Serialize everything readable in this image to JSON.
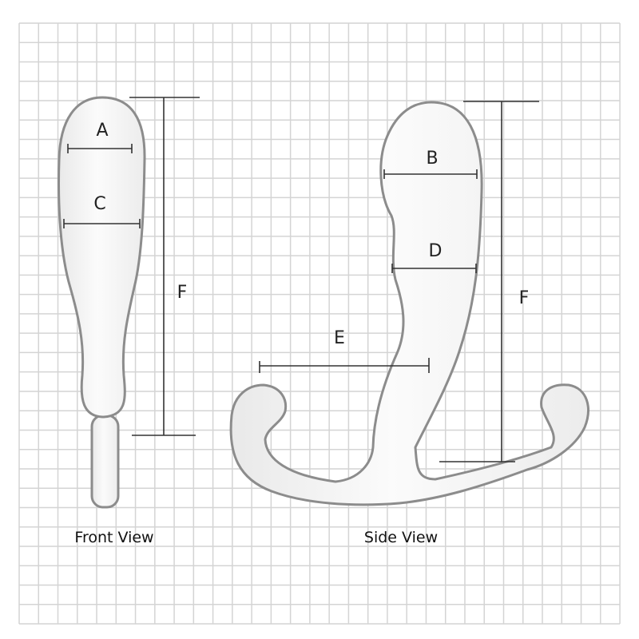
{
  "labels": {
    "front": {
      "a": "A",
      "c": "C",
      "f": "F"
    },
    "side": {
      "b": "B",
      "d": "D",
      "e": "E",
      "f": "F"
    }
  },
  "captions": {
    "front": "Front View",
    "side": "Side View"
  },
  "colors": {
    "grid": "#d4d4d4",
    "outline": "#8c8c8c",
    "dimension": "#333333"
  }
}
